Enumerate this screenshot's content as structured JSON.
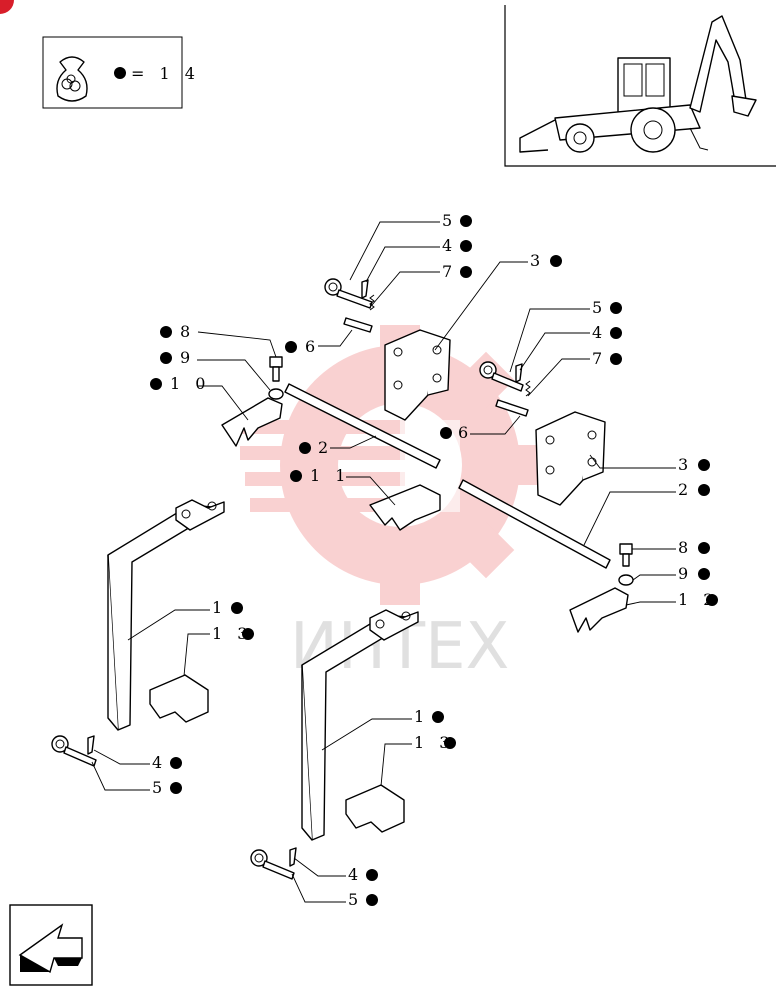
{
  "kit_box": {
    "quantity_text": "= 1 4"
  },
  "watermark": {
    "text": "ИНТЕХ"
  },
  "callouts": [
    {
      "id": "5a",
      "text": "5"
    },
    {
      "id": "4a",
      "text": "4"
    },
    {
      "id": "7a",
      "text": "7"
    },
    {
      "id": "3a",
      "text": "3"
    },
    {
      "id": "8a",
      "text": "8"
    },
    {
      "id": "6a",
      "text": "6"
    },
    {
      "id": "9a",
      "text": "9"
    },
    {
      "id": "10",
      "text": "1 0"
    },
    {
      "id": "5b",
      "text": "5"
    },
    {
      "id": "4b",
      "text": "4"
    },
    {
      "id": "7b",
      "text": "7"
    },
    {
      "id": "6b",
      "text": "6"
    },
    {
      "id": "2a",
      "text": "2"
    },
    {
      "id": "11",
      "text": "1 1"
    },
    {
      "id": "3b",
      "text": "3"
    },
    {
      "id": "2b",
      "text": "2"
    },
    {
      "id": "8b",
      "text": "8"
    },
    {
      "id": "9b",
      "text": "9"
    },
    {
      "id": "12",
      "text": "1 2"
    },
    {
      "id": "1a",
      "text": "1"
    },
    {
      "id": "13a",
      "text": "1 3"
    },
    {
      "id": "4c",
      "text": "4"
    },
    {
      "id": "5c",
      "text": "5"
    },
    {
      "id": "1b",
      "text": "1"
    },
    {
      "id": "13b",
      "text": "1 3"
    },
    {
      "id": "4d",
      "text": "4"
    },
    {
      "id": "5d",
      "text": "5"
    }
  ]
}
